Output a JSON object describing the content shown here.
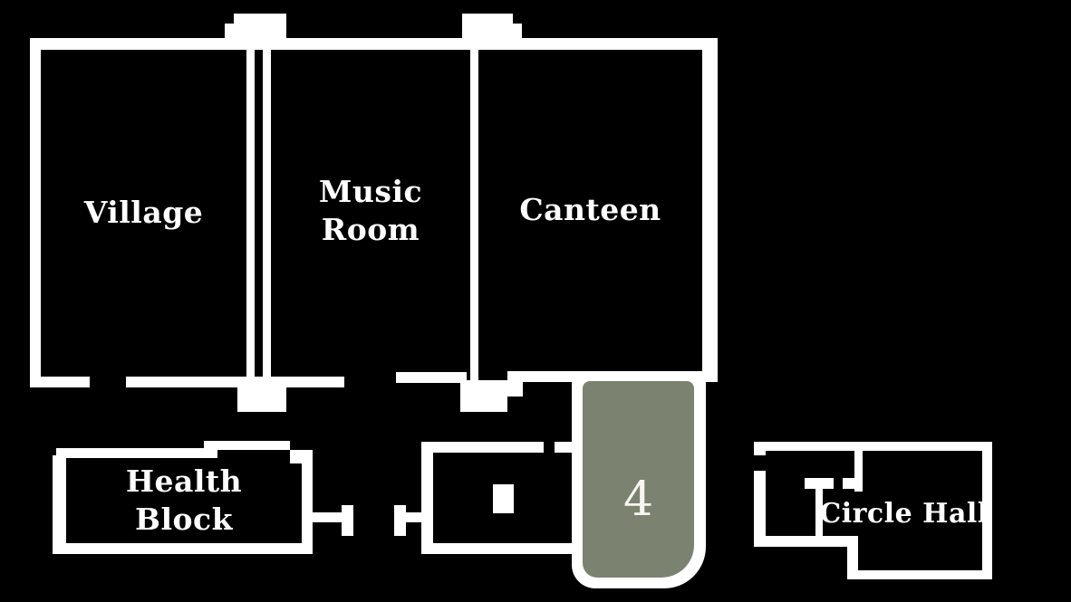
{
  "colors": {
    "background": "#000000",
    "walls": "#ffffff",
    "labels": "#ffffff",
    "room_4_fill": "#7b8370",
    "room_4_label": "#f7f6f1"
  },
  "rooms": {
    "village": {
      "label": "Village"
    },
    "music_room": {
      "line1": "Music",
      "line2": "Room"
    },
    "canteen": {
      "label": "Canteen"
    },
    "health_block": {
      "line1": "Health",
      "line2": "Block"
    },
    "annex": {
      "marker": "white-square"
    },
    "room_4": {
      "label": "4",
      "selected": true
    },
    "circle_hall": {
      "label": "Circle Hall"
    }
  }
}
